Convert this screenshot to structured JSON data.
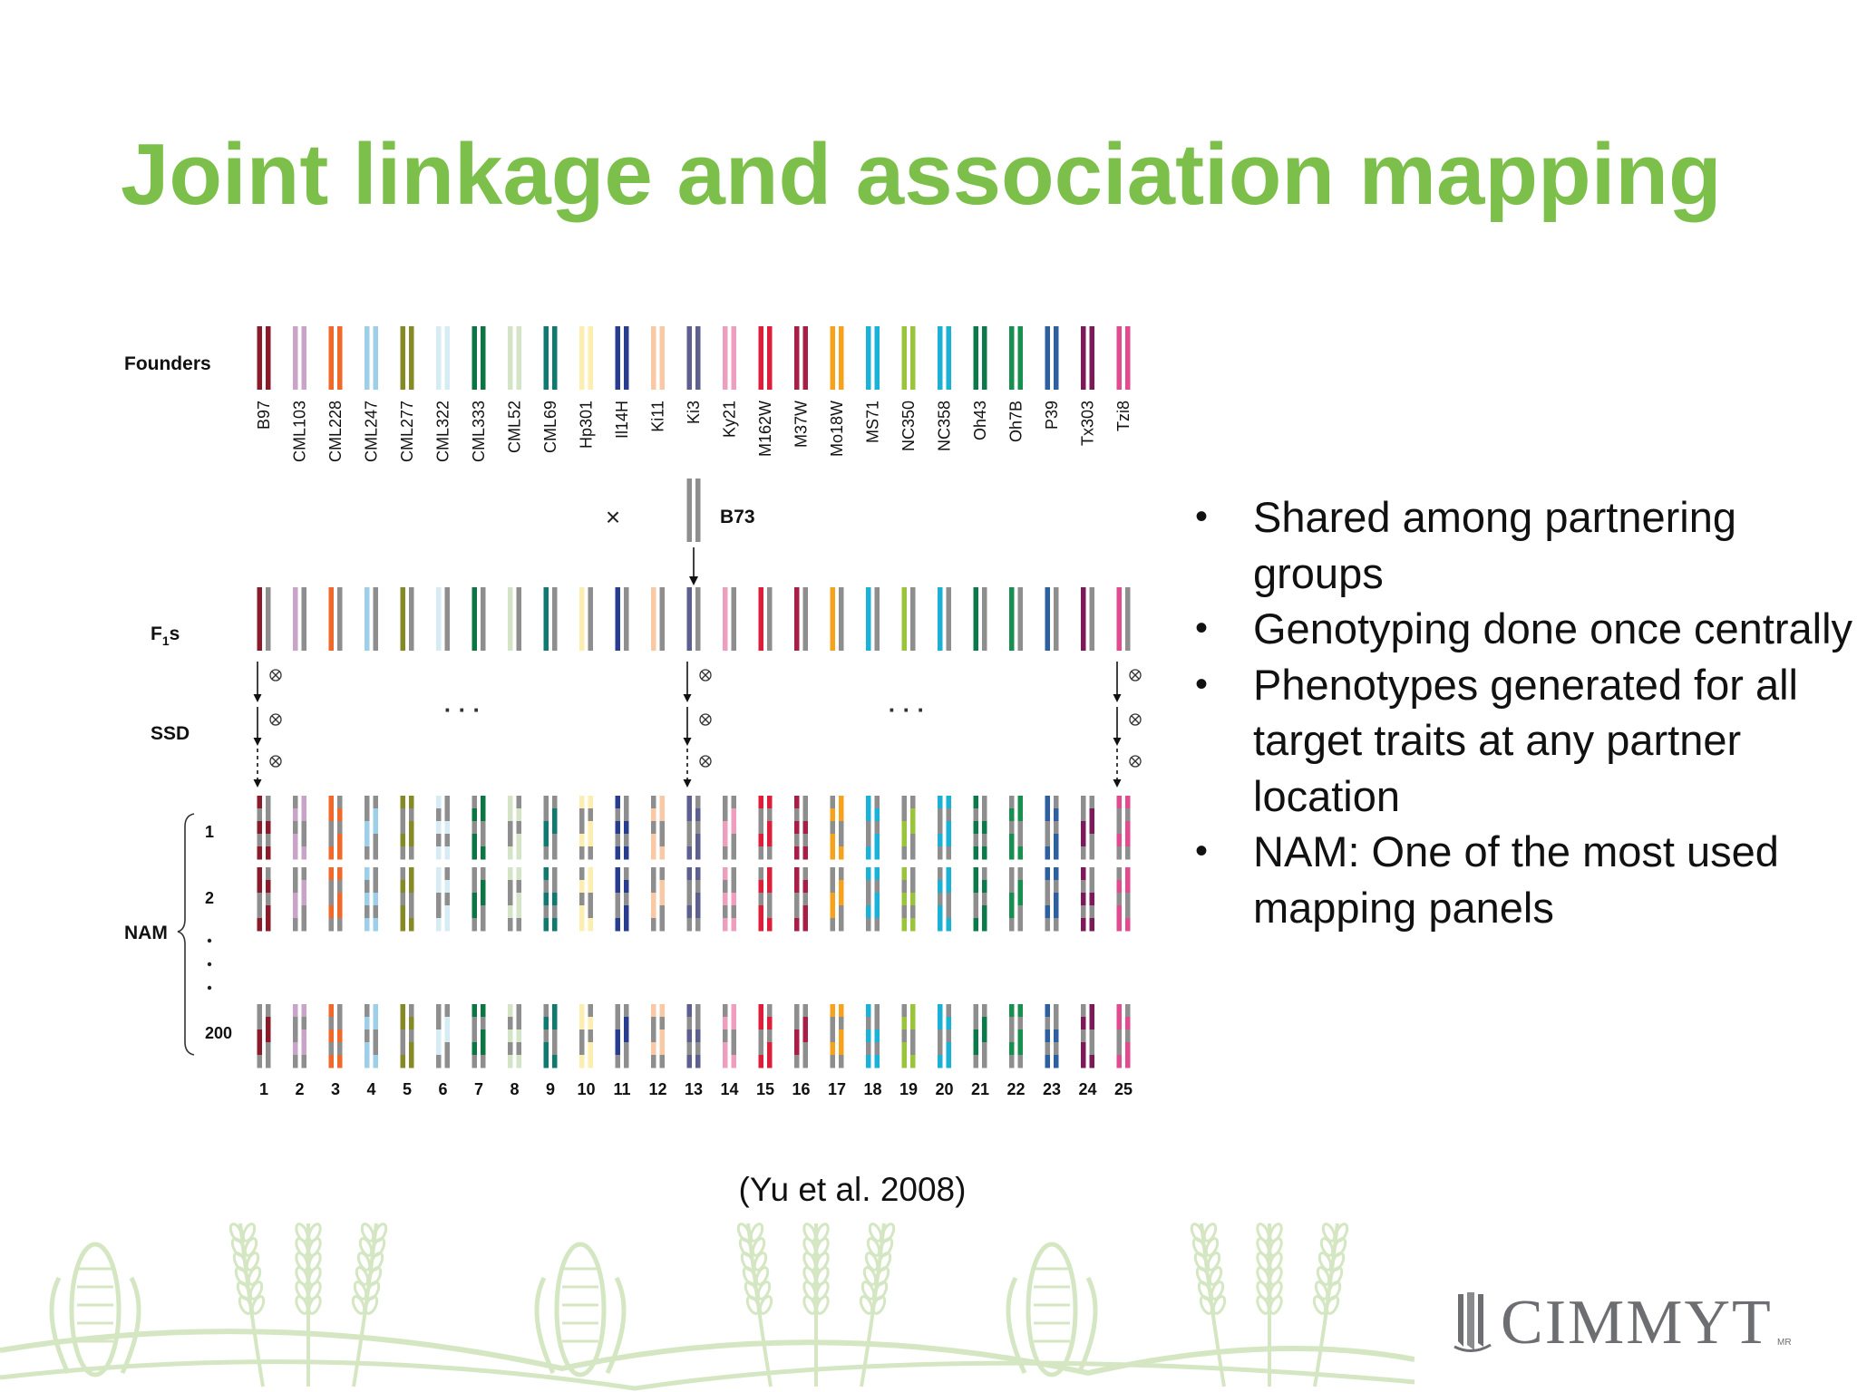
{
  "slide": {
    "title": "Joint linkage and association mapping",
    "citation": "(Yu et al. 2008)",
    "bullets": [
      "Shared among partnering groups",
      "Genotyping done once centrally",
      "Phenotypes generated for all target traits at any partner location",
      "NAM: One of the most used mapping panels"
    ],
    "logo": {
      "text": "CIMMYT",
      "superscript": "MR"
    }
  },
  "diagram": {
    "row_labels": {
      "founders": "Founders",
      "f1_main": "F",
      "f1_sub": "1",
      "f1_suffix": "s",
      "ssd": "SSD",
      "nam": "NAM"
    },
    "cross_symbol": "×",
    "common_parent": "B73",
    "selfing_symbol": "⊗",
    "ellipsis": "· · ·",
    "nam_rows": [
      "1",
      "2",
      "200"
    ],
    "founders": [
      {
        "name": "B97",
        "color": "#8b1a2b"
      },
      {
        "name": "CML103",
        "color": "#c9a3c8"
      },
      {
        "name": "CML228",
        "color": "#ef6a2a"
      },
      {
        "name": "CML247",
        "color": "#9dcfe8"
      },
      {
        "name": "CML277",
        "color": "#858a24"
      },
      {
        "name": "CML322",
        "color": "#d6ecf4"
      },
      {
        "name": "CML333",
        "color": "#0e7443"
      },
      {
        "name": "CML52",
        "color": "#d3e5c6"
      },
      {
        "name": "CML69",
        "color": "#0e7a70"
      },
      {
        "name": "Hp301",
        "color": "#fbeeaf"
      },
      {
        "name": "Il14H",
        "color": "#283d8e"
      },
      {
        "name": "Ki11",
        "color": "#f9c9a5"
      },
      {
        "name": "Ki3",
        "color": "#5c5f8f"
      },
      {
        "name": "Ky21",
        "color": "#ee9fc0"
      },
      {
        "name": "M162W",
        "color": "#dc1e3b"
      },
      {
        "name": "M37W",
        "color": "#a81e46"
      },
      {
        "name": "Mo18W",
        "color": "#f6a21d"
      },
      {
        "name": "MS71",
        "color": "#1bb2da"
      },
      {
        "name": "NC350",
        "color": "#9ac43b"
      },
      {
        "name": "NC358",
        "color": "#1ab1d4"
      },
      {
        "name": "Oh43",
        "color": "#0b7a4a"
      },
      {
        "name": "Oh7B",
        "color": "#178f4e"
      },
      {
        "name": "P39",
        "color": "#2e5f9f"
      },
      {
        "name": "Tx303",
        "color": "#7c1a59"
      },
      {
        "name": "Tzi8",
        "color": "#e24b8f"
      }
    ],
    "b73_color": "#8f8e8e",
    "family_numbers": [
      "1",
      "2",
      "3",
      "4",
      "5",
      "6",
      "7",
      "8",
      "9",
      "10",
      "11",
      "12",
      "13",
      "14",
      "15",
      "16",
      "17",
      "18",
      "19",
      "20",
      "21",
      "22",
      "23",
      "24",
      "25"
    ]
  }
}
